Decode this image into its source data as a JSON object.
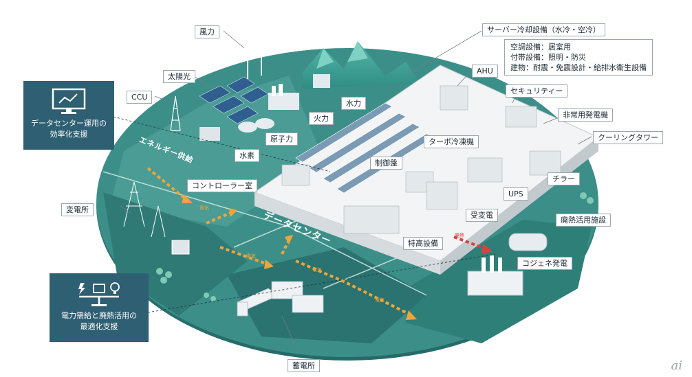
{
  "labels": {
    "wind": "風力",
    "solar": "太陽光",
    "ccu": "CCU",
    "hydro": "水力",
    "thermal": "火力",
    "nuclear": "原子力",
    "hydrogen": "水素",
    "cooling_server": "サーバー冷却設備（水冷・空冷）",
    "ahu": "AHU",
    "security": "セキュリティー",
    "emergency_gen": "非常用発電機",
    "cooling_tower": "クーリングタワー",
    "turbo_chiller": "ターボ冷凍機",
    "control_panel": "制御盤",
    "controller_room": "コントローラー室",
    "chiller": "チラー",
    "ups": "UPS",
    "substation_power": "受変電",
    "waste_heat_facility": "廃熱活用施設",
    "special_high": "特高設備",
    "cogeneration": "コジェネ発電",
    "transformer_station": "変電所",
    "storage": "蓄電所",
    "energy_supply": "エネルギー供給",
    "data_center": "データセンター"
  },
  "facility_note": [
    "空調設備：居室用",
    "付帯設備：照明・防災",
    "建物：耐震・免震設計・給排水衛生設備"
  ],
  "efficiency_box": [
    "データセンター運用の",
    "効率化支援"
  ],
  "optimization_box": [
    "電力需給と廃熱活用の",
    "最適化支援"
  ],
  "flows": {
    "power": "電気",
    "waste_heat": "廃熱"
  },
  "logo": "ai",
  "colors": {
    "ground": "#2f7f7a",
    "road": "#3f8f8a",
    "box": "#2e5f72",
    "arrow": "#f0a53a",
    "waste_arrow": "#d9413b"
  }
}
